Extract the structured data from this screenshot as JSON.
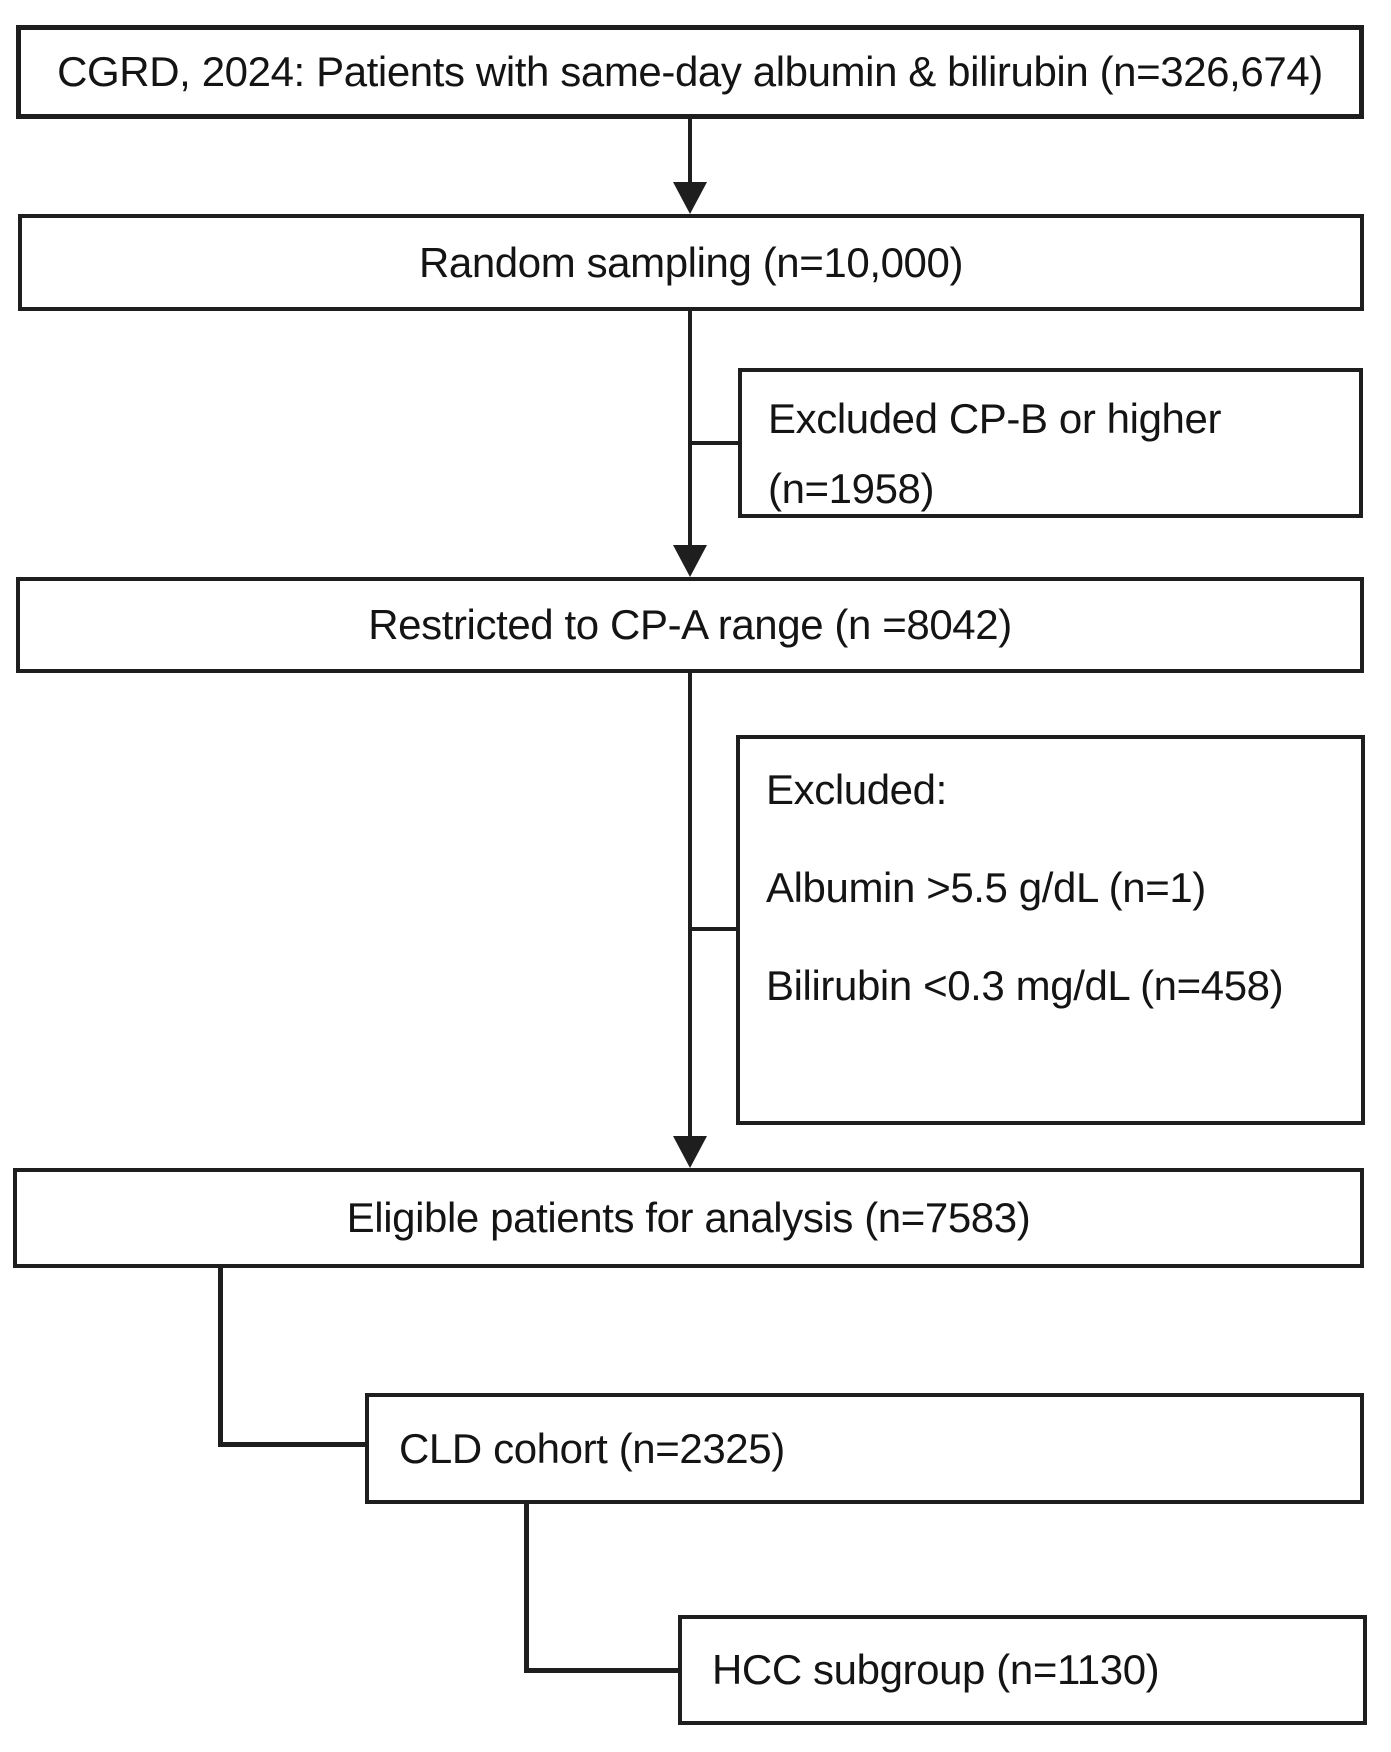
{
  "figure": {
    "type": "patient-flow-diagram",
    "background_color": "#ffffff",
    "line_color": "#1e1e1e",
    "text_color": "#141414"
  },
  "nodes": {
    "source": {
      "label": "CGRD, 2024: Patients with same-day albumin & bilirubin (n=326,674)"
    },
    "sampling": {
      "label": "Random sampling (n=10,000)"
    },
    "excluded_cpb": {
      "line1": "Excluded CP-B or higher",
      "line2": "(n=1958)"
    },
    "cpa": {
      "label": "Restricted to CP-A range (n =8042)"
    },
    "excluded_labs": {
      "line1": "Excluded:",
      "line2": "Albumin >5.5 g/dL (n=1)",
      "line3": "Bilirubin <0.3 mg/dL (n=458)"
    },
    "eligible": {
      "label": "Eligible patients for analysis (n=7583)"
    },
    "cld": {
      "label": "CLD cohort (n=2325)"
    },
    "hcc": {
      "label": "HCC subgroup (n=1130)"
    }
  }
}
